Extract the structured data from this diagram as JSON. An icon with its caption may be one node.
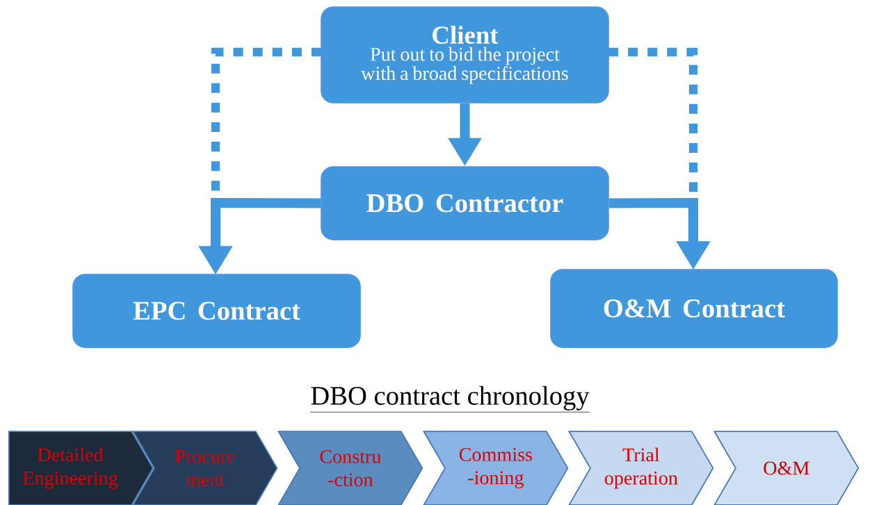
{
  "diagram": {
    "nodes": [
      {
        "text": [
          "Client",
          "Put out to bid the project with a broad specifications"
        ]
      },
      {
        "text": [
          "DBO Contractor"
        ]
      },
      {
        "text": [
          "EPC Contract"
        ]
      },
      {
        "text": [
          "O&M Contract"
        ]
      },
      {
        "text": [
          "Detailed Engineering"
        ]
      },
      {
        "text": [
          "Procure ment"
        ]
      },
      {
        "text": [
          "Constru -ction"
        ]
      },
      {
        "text": [
          "Commiss -ioning"
        ]
      },
      {
        "text": [
          "Trial operation"
        ]
      },
      {
        "text": [
          "O&M"
        ]
      }
    ],
    "edges": [
      {
        "from": 0,
        "to": 1,
        "arrow": "to"
      },
      {
        "from": 1,
        "to": 2,
        "arrow": "to"
      },
      {
        "from": 1,
        "to": 3,
        "arrow": "to"
      },
      {
        "from": 0,
        "to": 2,
        "arrow": "to",
        "style": "dashed"
      },
      {
        "from": 0,
        "to": 3,
        "arrow": "to",
        "style": "dashed"
      }
    ],
    "labels": [
      "DBO contract chronology"
    ]
  }
}
